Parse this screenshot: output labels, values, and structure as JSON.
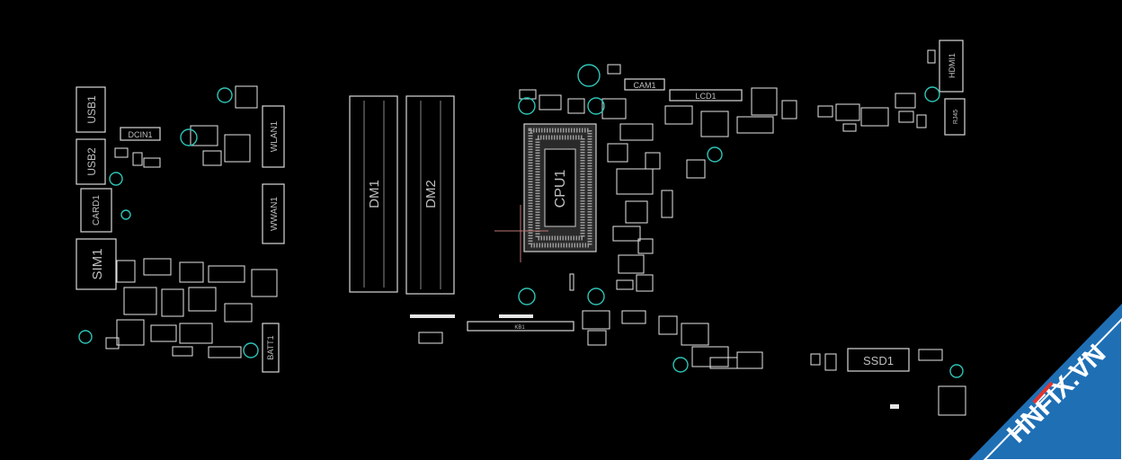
{
  "board": {
    "labels": {
      "usb1": "USB1",
      "usb2": "USB2",
      "dcin1": "DCIN1",
      "card1": "CARD1",
      "sim1": "SIM1",
      "wlan1": "WLAN1",
      "wwan1": "WWAN1",
      "batt1": "BATT1",
      "dm1": "DM1",
      "dm2": "DM2",
      "cpu1": "CPU1",
      "cam1": "CAM1",
      "lcd1": "LCD1",
      "hdmi1": "HDMI1",
      "rj45": "RJ45",
      "ssd1": "SSD1",
      "kb1": "KB1"
    },
    "colors": {
      "background": "#000000",
      "outline": "#d9d9d9",
      "mounting_hole": "#2ec4b6",
      "watermark_bg": "#1f6fb5",
      "watermark_accent": "#e3342f"
    }
  },
  "watermark": {
    "text": "HNFIX.VN"
  }
}
